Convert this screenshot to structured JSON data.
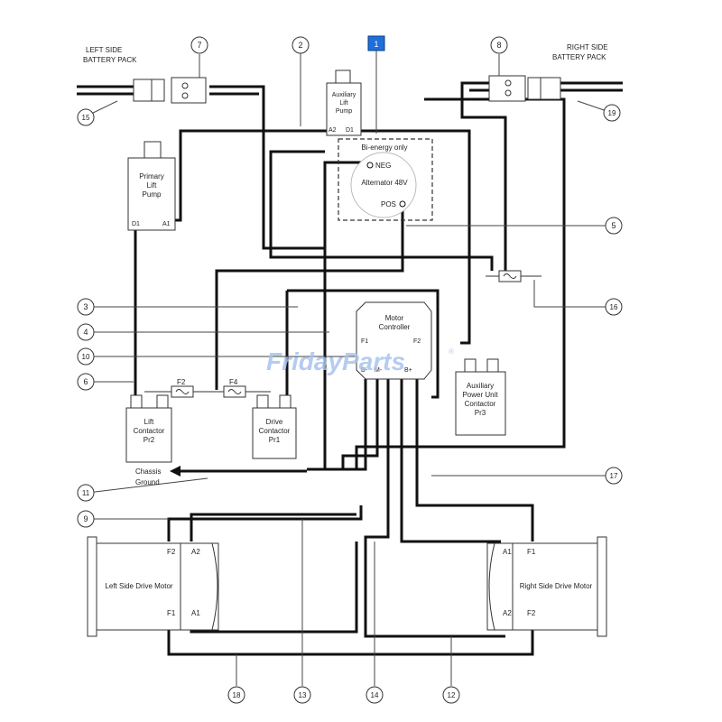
{
  "labels": {
    "left_pack": [
      "LEFT SIDE",
      "BATTERY PACK"
    ],
    "right_pack": [
      "RIGHT SIDE",
      "BATTERY PACK"
    ],
    "aux_lift_pump": [
      "Auxiliary",
      "Lift",
      "Pump"
    ],
    "aux_a2": "A2",
    "aux_d1": "D1",
    "bi_energy": "Bi-energy only",
    "neg": "NEG",
    "alternator": "Alternator 48V",
    "pos": "POS",
    "primary_lift_pump": [
      "Primary",
      "Lift",
      "Pump"
    ],
    "plp_d1": "D1",
    "plp_a1": "A1",
    "motor_controller": [
      "Motor",
      "Controller"
    ],
    "mc_f1": "F1",
    "mc_f2": "F2",
    "mc_b": "B-",
    "mc_m": "M-",
    "mc_bplus": "B+",
    "f2": "F2",
    "f4": "F4",
    "lift_contactor": [
      "Lift",
      "Contactor",
      "Pr2"
    ],
    "drive_contactor": [
      "Drive",
      "Contactor",
      "Pr1"
    ],
    "aux_power_contactor": [
      "Auxiliary",
      "Power Unit",
      "Contactor",
      "Pr3"
    ],
    "chassis_ground": [
      "Chassis",
      "Ground"
    ],
    "left_motor": "Left Side Drive Motor",
    "right_motor": "Right Side Drive Motor",
    "lm_f2": "F2",
    "lm_a2": "A2",
    "lm_f1": "F1",
    "lm_a1": "A1",
    "rm_a1": "A1",
    "rm_f1": "F1",
    "rm_a2": "A2",
    "rm_f2": "F2",
    "watermark": "FridayParts",
    "watermark_mark": "®"
  },
  "callouts": [
    "1",
    "2",
    "3",
    "4",
    "5",
    "6",
    "7",
    "8",
    "9",
    "10",
    "11",
    "12",
    "13",
    "14",
    "15",
    "16",
    "17",
    "18",
    "19"
  ],
  "colors": {
    "wire": "#111111",
    "thin": "#333333",
    "callout_1_fill": "#1e6fd9",
    "watermark": "#a9c4ef"
  }
}
